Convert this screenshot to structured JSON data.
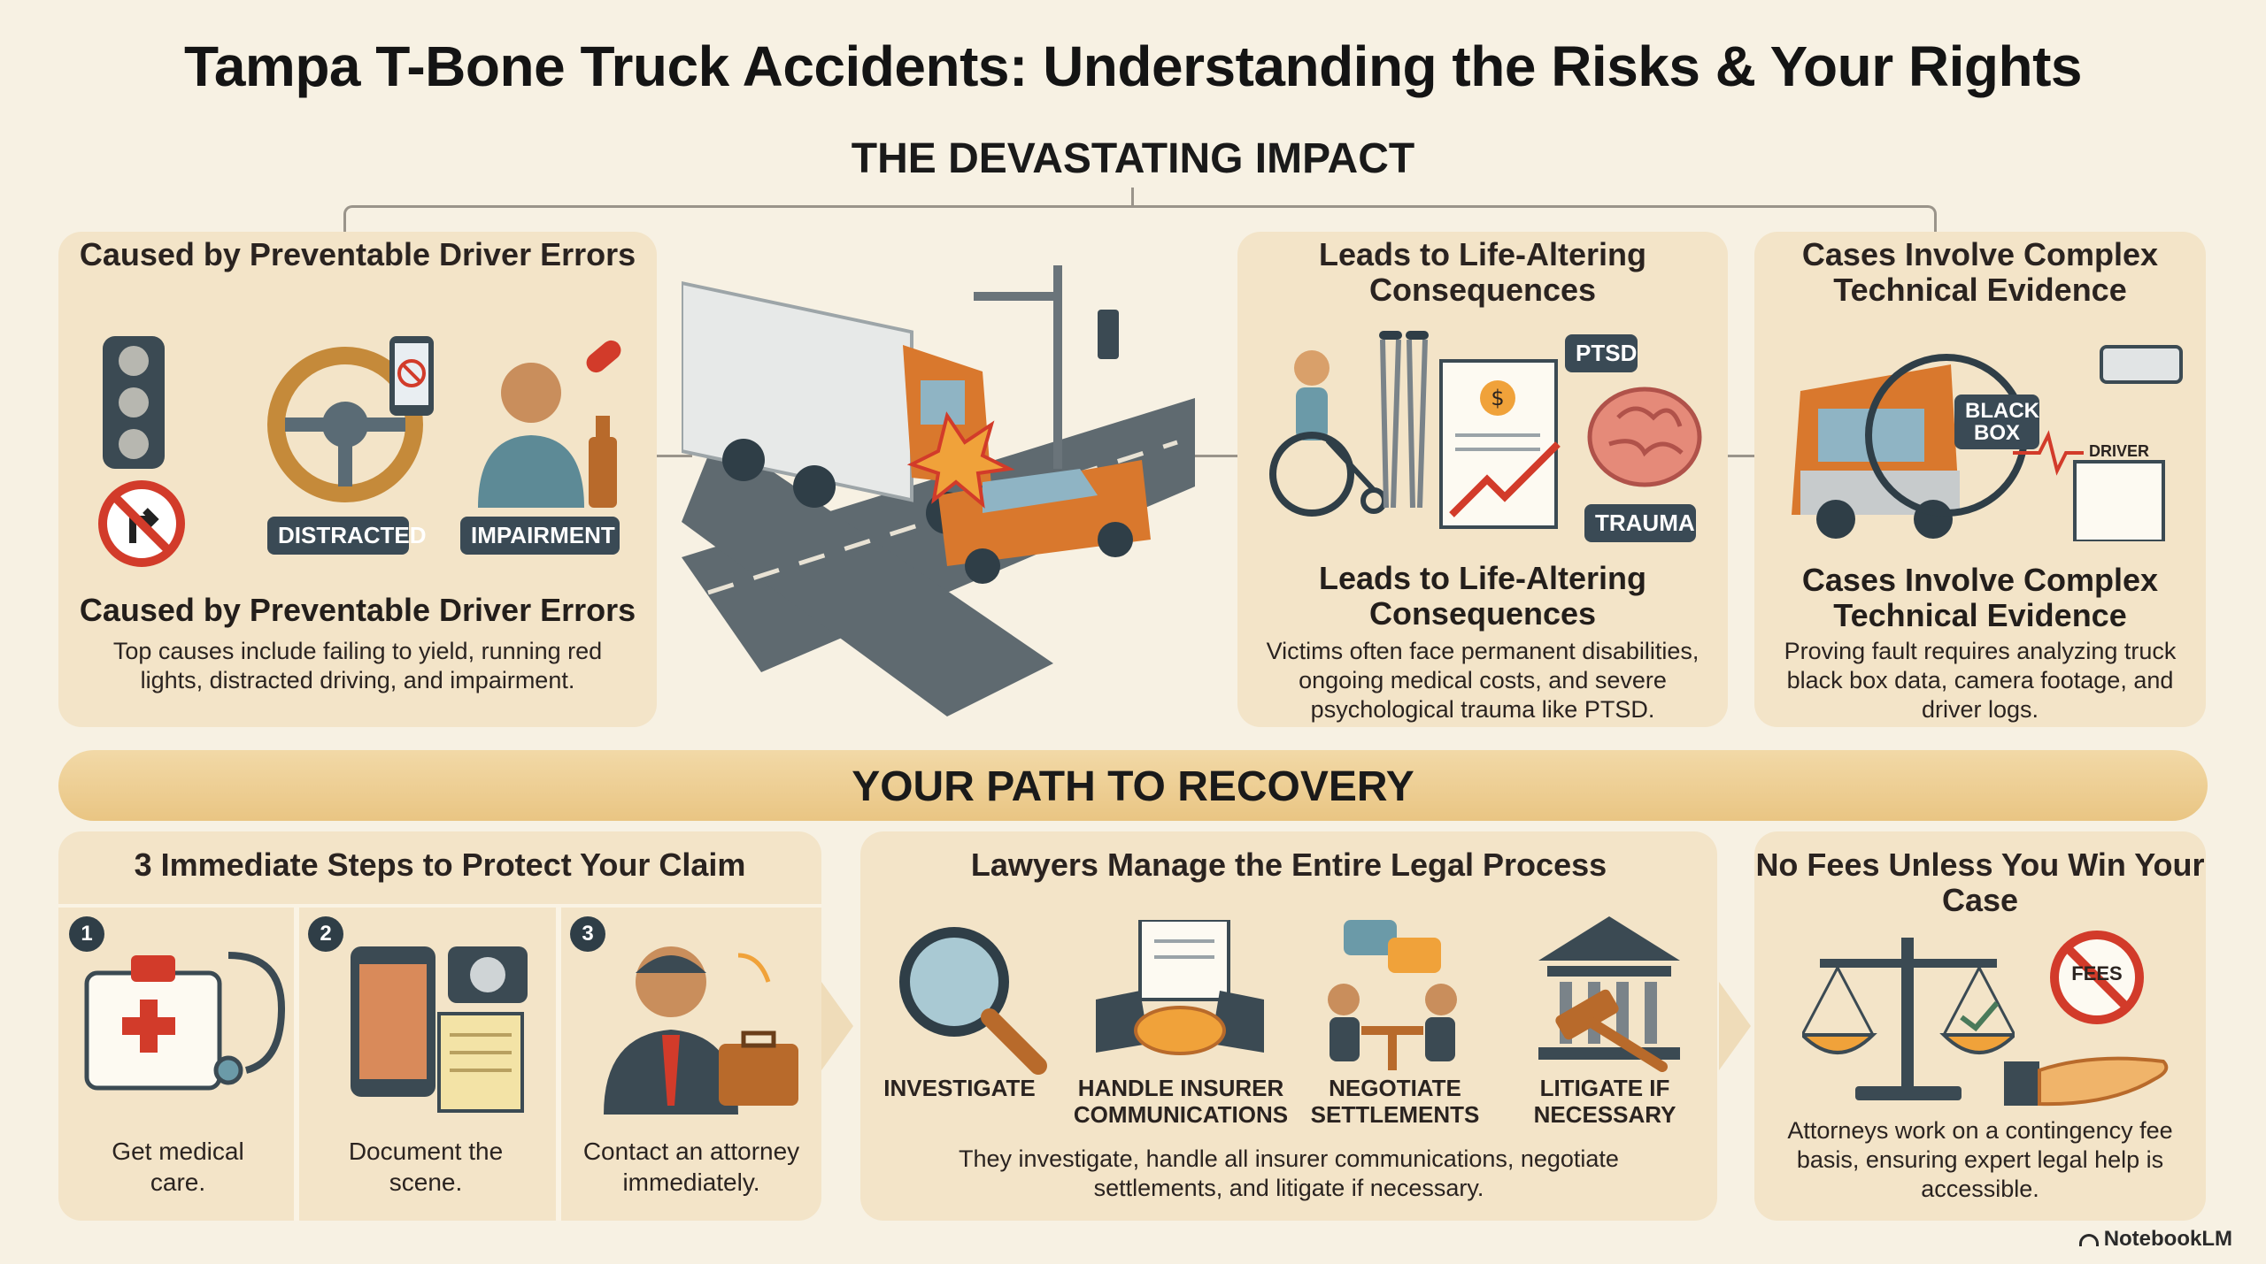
{
  "title": "Tampa T-Bone Truck Accidents: Understanding the Risks & Your Rights",
  "impact": {
    "heading": "THE DEVASTATING IMPACT",
    "causes": {
      "head": "Caused by Preventable Driver Errors",
      "tag_distracted": "DISTRACTED",
      "tag_impairment": "IMPAIRMENT",
      "sub": "Caused by Preventable Driver Errors",
      "body": "Top causes include failing to yield, running red lights, distracted driving, and impairment."
    },
    "consequences": {
      "head": "Leads to Life-Altering Consequences",
      "tag_ptsd": "PTSD",
      "tag_trauma": "TRAUMA",
      "sub": "Leads to Life-Altering Consequences",
      "body": "Victims often face permanent disabilities, ongoing medical costs, and severe psychological trauma like PTSD."
    },
    "evidence": {
      "head": "Cases Involve Complex Technical Evidence",
      "tag_blackbox": "BLACK BOX",
      "tag_driver": "DRIVER",
      "sub": "Cases Involve Complex Technical Evidence",
      "body": "Proving fault requires analyzing truck black box data, camera footage, and driver logs."
    }
  },
  "recovery": {
    "heading": "YOUR PATH TO RECOVERY",
    "steps": {
      "head": "3 Immediate Steps to Protect Your Claim",
      "items": [
        {
          "num": "1",
          "label": "Get medical care."
        },
        {
          "num": "2",
          "label": "Document the scene."
        },
        {
          "num": "3",
          "label": "Contact an attorney immediately."
        }
      ]
    },
    "process": {
      "head": "Lawyers Manage the Entire Legal Process",
      "items": [
        {
          "label": "INVESTIGATE"
        },
        {
          "label": "HANDLE INSURER COMMUNICATIONS"
        },
        {
          "label": "NEGOTIATE SETTLEMENTS"
        },
        {
          "label": "LITIGATE IF NECESSARY"
        }
      ],
      "body": "They investigate, handle all insurer communications, negotiate settlements, and litigate if necessary."
    },
    "fees": {
      "head": "No Fees Unless You Win Your Case",
      "tag_fees": "FEES",
      "body": "Attorneys work on a contingency fee basis, ensuring expert legal help is accessible."
    }
  },
  "footer": "NotebookLM",
  "colors": {
    "background": "#f7f1e3",
    "card": "#f3e4c8",
    "banner": "#ecca8a",
    "accent_orange": "#d9782d",
    "dark_slate": "#2f3e47"
  }
}
